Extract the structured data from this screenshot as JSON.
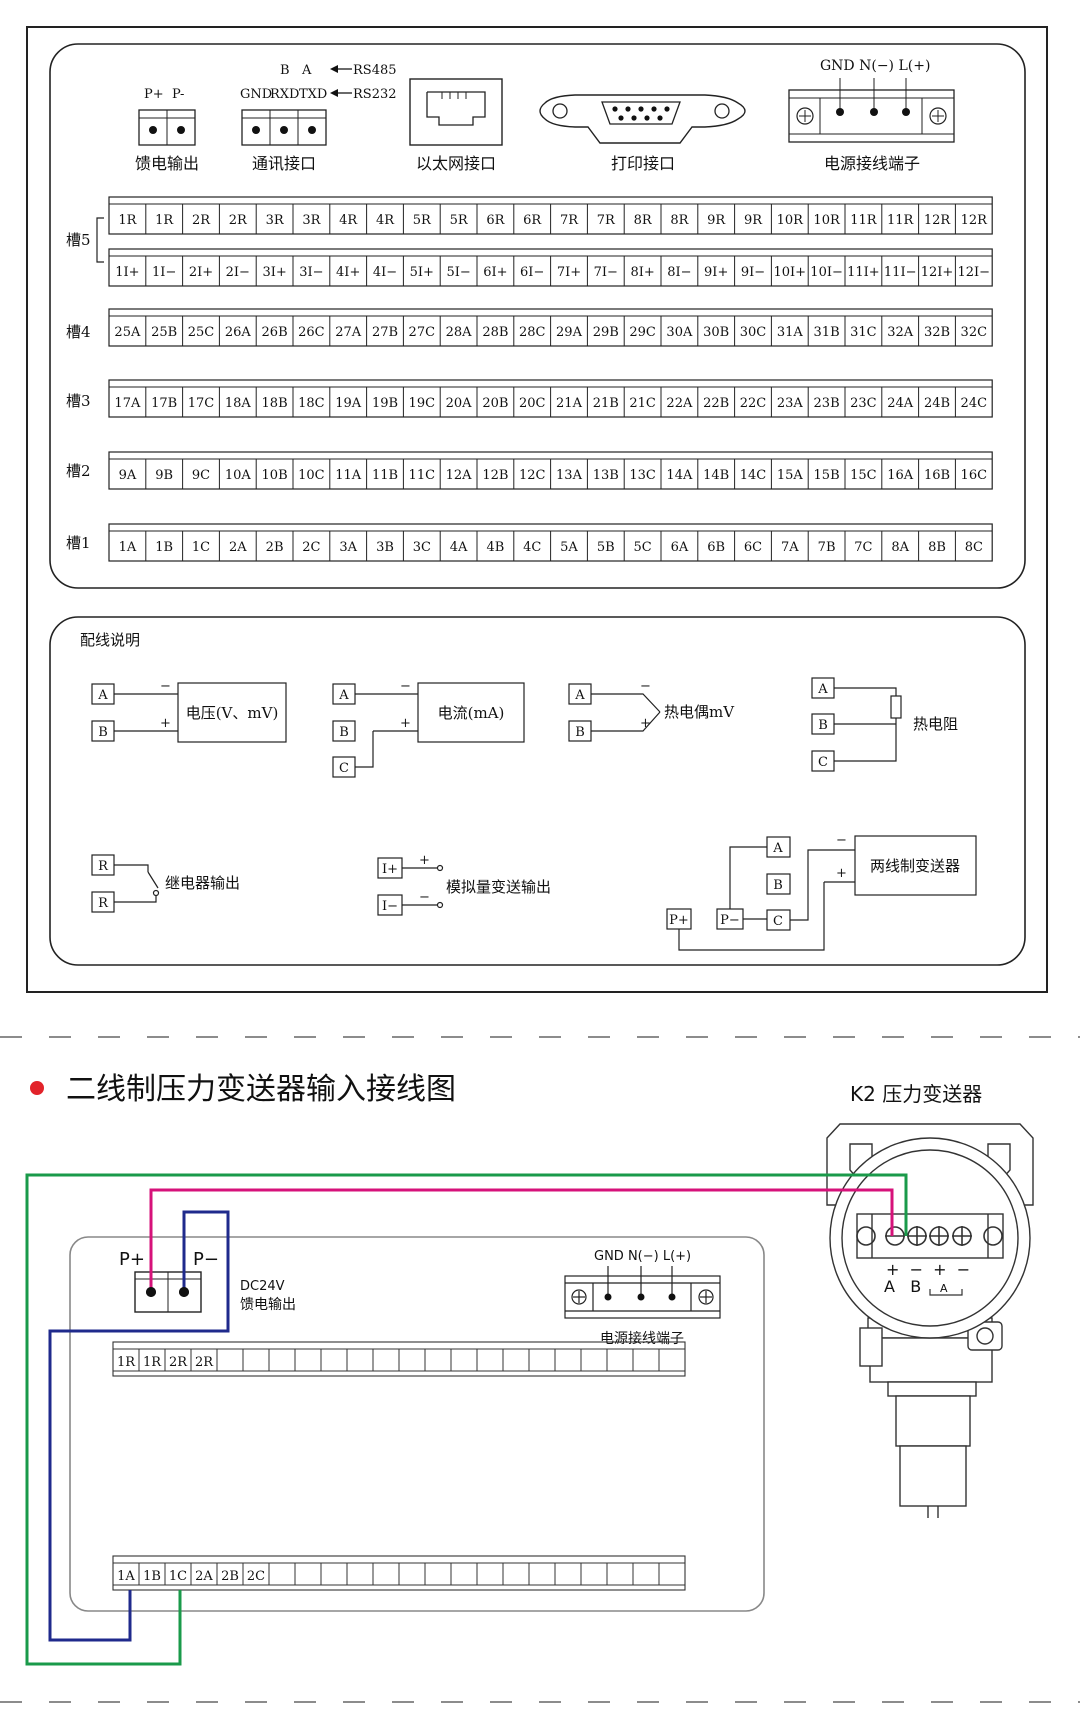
{
  "panel": {
    "feed_terminal": {
      "labels": [
        "P+",
        "P-"
      ],
      "caption": "馈电输出"
    },
    "comm_terminal": {
      "labels": [
        "GND",
        "RXD",
        "TXD"
      ],
      "rs485_pins": "B   A",
      "rs485": "RS485",
      "rs232": "RS232",
      "caption": "通讯接口"
    },
    "ethernet": {
      "caption": "以太网接口"
    },
    "printer": {
      "caption": "打印接口"
    },
    "power_terminal": {
      "labels": "GND N(−) L(+)",
      "caption": "电源接线端子"
    },
    "slot_labels": [
      "槽5",
      "槽4",
      "槽3",
      "槽2",
      "槽1"
    ],
    "slot5_top": [
      "1R",
      "1R",
      "2R",
      "2R",
      "3R",
      "3R",
      "4R",
      "4R",
      "5R",
      "5R",
      "6R",
      "6R",
      "7R",
      "7R",
      "8R",
      "8R",
      "9R",
      "9R",
      "10R",
      "10R",
      "11R",
      "11R",
      "12R",
      "12R"
    ],
    "slot5_bottom": [
      "1I+",
      "1I−",
      "2I+",
      "2I−",
      "3I+",
      "3I−",
      "4I+",
      "4I−",
      "5I+",
      "5I−",
      "6I+",
      "6I−",
      "7I+",
      "7I−",
      "8I+",
      "8I−",
      "9I+",
      "9I−",
      "10I+",
      "10I−",
      "11I+",
      "11I−",
      "12I+",
      "12I−"
    ],
    "slot4": [
      "25A",
      "25B",
      "25C",
      "26A",
      "26B",
      "26C",
      "27A",
      "27B",
      "27C",
      "28A",
      "28B",
      "28C",
      "29A",
      "29B",
      "29C",
      "30A",
      "30B",
      "30C",
      "31A",
      "31B",
      "31C",
      "32A",
      "32B",
      "32C"
    ],
    "slot3": [
      "17A",
      "17B",
      "17C",
      "18A",
      "18B",
      "18C",
      "19A",
      "19B",
      "19C",
      "20A",
      "20B",
      "20C",
      "21A",
      "21B",
      "21C",
      "22A",
      "22B",
      "22C",
      "23A",
      "23B",
      "23C",
      "24A",
      "24B",
      "24C"
    ],
    "slot2": [
      "9A",
      "9B",
      "9C",
      "10A",
      "10B",
      "10C",
      "11A",
      "11B",
      "11C",
      "12A",
      "12B",
      "12C",
      "13A",
      "13B",
      "13C",
      "14A",
      "14B",
      "14C",
      "15A",
      "15B",
      "15C",
      "16A",
      "16B",
      "16C"
    ],
    "slot1": [
      "1A",
      "1B",
      "1C",
      "2A",
      "2B",
      "2C",
      "3A",
      "3B",
      "3C",
      "4A",
      "4B",
      "4C",
      "5A",
      "5B",
      "5C",
      "6A",
      "6B",
      "6C",
      "7A",
      "7B",
      "7C",
      "8A",
      "8B",
      "8C"
    ]
  },
  "wiring": {
    "title": "配线说明",
    "voltage": {
      "a": "A",
      "b": "B",
      "minus": "−",
      "plus": "+",
      "label": "电压(V、mV)"
    },
    "current": {
      "a": "A",
      "b": "B",
      "c": "C",
      "minus": "−",
      "plus": "+",
      "label": "电流(mA)"
    },
    "thermocouple": {
      "a": "A",
      "b": "B",
      "minus": "−",
      "plus": "+",
      "label": "热电偶mV"
    },
    "rtd": {
      "a": "A",
      "b": "B",
      "c": "C",
      "label": "热电阻"
    },
    "relay": {
      "r1": "R",
      "r2": "R",
      "label": "继电器输出"
    },
    "analog_out": {
      "i_plus": "I+",
      "i_minus": "I−",
      "plus": "+",
      "minus": "−",
      "label": "模拟量变送输出"
    },
    "two_wire": {
      "a": "A",
      "b": "B",
      "c": "C",
      "p_plus": "P+",
      "p_minus": "P−",
      "minus": "−",
      "plus": "+",
      "label": "两线制变送器"
    }
  },
  "section2": {
    "title": "二线制压力变送器输入接线图",
    "transmitter_title": "K2  压力变送器",
    "p_plus": "P+",
    "p_minus": "P−",
    "dc24v": "DC24V",
    "feed_caption": "馈电输出",
    "power_labels": "GND N(−) L(+)",
    "power_caption": "电源接线端子",
    "top_row": [
      "1R",
      "1R",
      "2R",
      "2R"
    ],
    "bottom_row": [
      "1A",
      "1B",
      "1C",
      "2A",
      "2B",
      "2C"
    ],
    "trans_signs": "+  −  +  −",
    "trans_letters": "A   B",
    "colors": {
      "green": "#1a9a4a",
      "magenta": "#d6127a",
      "blue": "#1f2a8c",
      "bullet": "#e2232a"
    }
  }
}
